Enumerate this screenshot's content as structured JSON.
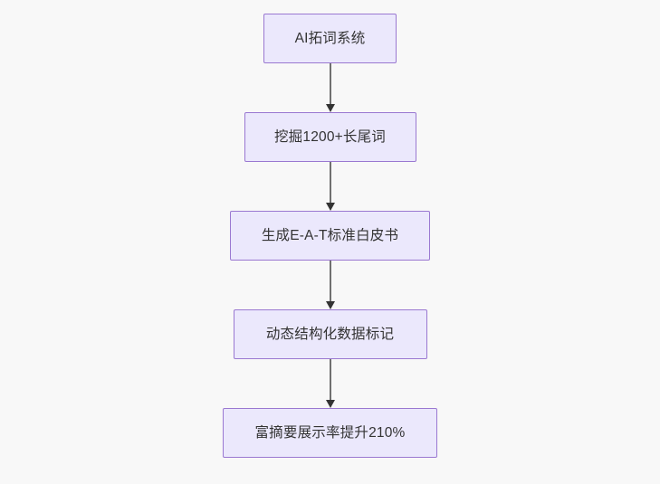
{
  "diagram": {
    "type": "flowchart",
    "orientation": "top-to-bottom",
    "background_color": "#f8f8f8",
    "node_fill_color": "#ebe8fc",
    "node_border_color": "#9a78d1",
    "node_text_color": "#333333",
    "connector_color": "#707070",
    "arrowhead_color": "#333333",
    "nodes": [
      {
        "id": "node-1",
        "label": "AI拓词系统"
      },
      {
        "id": "node-2",
        "label": "挖掘1200+长尾词"
      },
      {
        "id": "node-3",
        "label": "生成E-A-T标准白皮书"
      },
      {
        "id": "node-4",
        "label": "动态结构化数据标记"
      },
      {
        "id": "node-5",
        "label": "富摘要展示率提升210%"
      }
    ],
    "edges": [
      {
        "id": "edge-1",
        "from": "node-1",
        "to": "node-2"
      },
      {
        "id": "edge-2",
        "from": "node-2",
        "to": "node-3"
      },
      {
        "id": "edge-3",
        "from": "node-3",
        "to": "node-4"
      },
      {
        "id": "edge-4",
        "from": "node-4",
        "to": "node-5"
      }
    ]
  }
}
